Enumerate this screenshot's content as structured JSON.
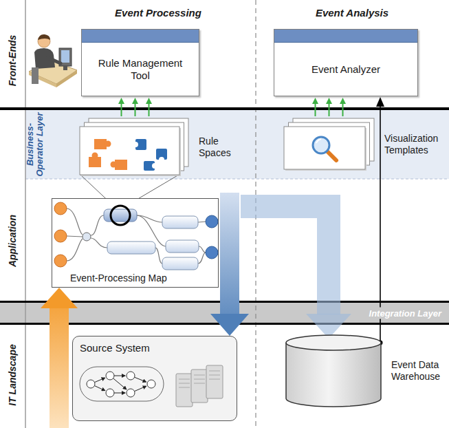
{
  "diagram": {
    "nodes": [
      {
        "text": [
          "Rule Management Tool"
        ]
      },
      {
        "text": [
          "Event Analyzer"
        ]
      },
      {
        "text": [
          "Rule Spaces"
        ]
      },
      {
        "text": [
          "Visualization Templates"
        ]
      },
      {
        "text": [
          "Event-Processing Map"
        ]
      },
      {
        "text": [
          "Source System"
        ]
      },
      {
        "text": [
          "Event Data Warehouse"
        ]
      }
    ],
    "edges": [
      {
        "from": 2,
        "to": 0,
        "arrow": "to"
      },
      {
        "from": 3,
        "to": 1,
        "arrow": "to"
      },
      {
        "from": 6,
        "to": 1,
        "arrow": "to"
      },
      {
        "from": 5,
        "to": 4,
        "arrow": "to"
      },
      {
        "from": 4,
        "to": 5,
        "arrow": "to"
      },
      {
        "from": 4,
        "to": 6,
        "arrow": "to"
      }
    ],
    "labels": [
      "Event Processing",
      "Event Analysis",
      "Front-Ends",
      "Business-Operator Layer",
      "Application",
      "IT Landscape",
      "Integration Layer"
    ]
  }
}
